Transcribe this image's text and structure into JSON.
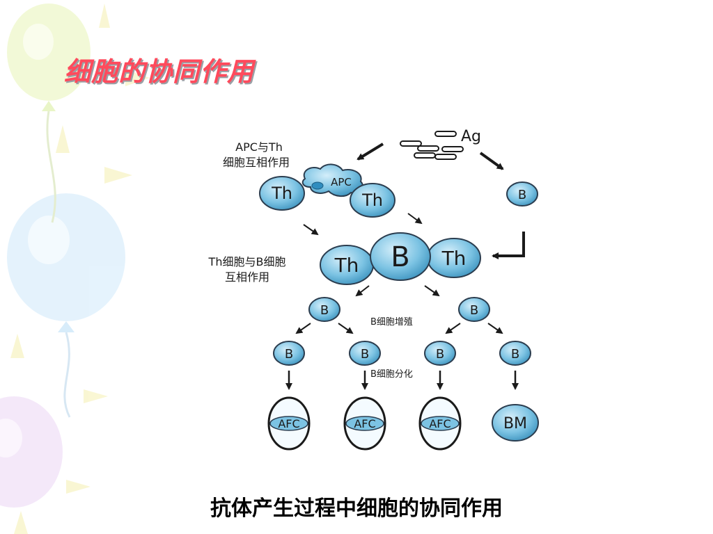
{
  "slide": {
    "title": "细胞的协同作用",
    "caption": "抗体产生过程中细胞的协同作用"
  },
  "colors": {
    "title": "#ff4a5c",
    "cell_fill": "#7cc3e3",
    "cell_stroke": "#2b3d4f",
    "arrow": "#1a1a1a"
  },
  "diagram": {
    "antigen_label": "Ag",
    "label_apc_th_line1": "APC与Th",
    "label_apc_th_line2": "细胞互相作用",
    "label_th_b_line1": "Th细胞与B细胞",
    "label_th_b_line2": "互相作用",
    "label_proliferation": "B细胞增殖",
    "label_differentiation": "B细胞分化",
    "apc_label": "APC",
    "th_label": "Th",
    "b_label": "B",
    "afc_label": "AFC",
    "bm_label": "BM"
  }
}
